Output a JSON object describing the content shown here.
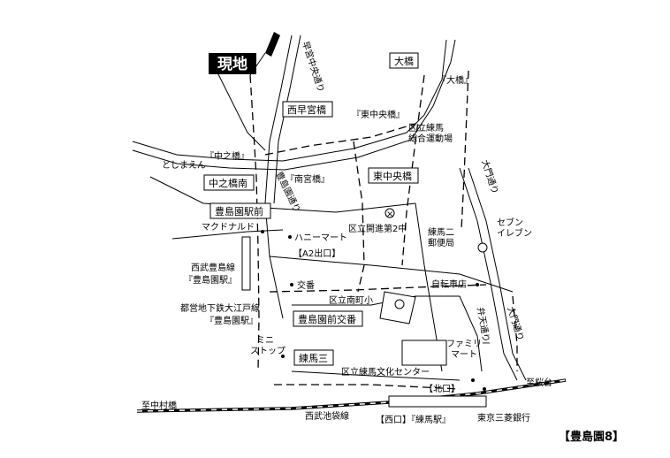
{
  "current_location": "現地",
  "map_title": "【豊島園8】",
  "roads": {
    "waseda_chuo_dori": "早宮中央通り",
    "toshimaen_dori": "豊島園通り",
    "ome_dori": "大門通り",
    "ome_dori_2": "大門通り"
  },
  "bus_stops": {
    "ohashi": "大橋",
    "nishi_wasemiya_bashi": "西早宮橋",
    "naka_no_hashi_minami": "中之橋南",
    "higashi_chuo_bashi": "東中央橋",
    "toshimaen_eki_mae": "豊島園駅前",
    "toshimaen_mae_kouban": "豊島園前交番",
    "nerima_san": "練馬三"
  },
  "bridges": {
    "ohashi_q": "『大橋』",
    "higashi_chuo_bashi_q": "『東中央橋』",
    "naka_no_hashi_q": "『中之橋』",
    "minami_miya_bashi_q": "『南宮橋』"
  },
  "places": {
    "toshimaen": "としまえん",
    "nerima_sogo_1": "区立練馬",
    "nerima_sogo_2": "総合運動場",
    "kaishin_2": "区立開進第2中",
    "nerima_post_1": "練馬二",
    "nerima_post_2": "郵便局",
    "seven_eleven_1": "セブン",
    "seven_eleven_2": "イレブン",
    "mcdonalds": "マクドナルド",
    "family_mart_hanny": "ハニーマート",
    "a2_exit": "【A2出口】",
    "koban": "交番",
    "seibu_line_1": "西武豊島線",
    "seibu_line_2": "『豊島園駅』",
    "oedo_line_1": "都営地下鉄大江戸線",
    "oedo_line_2": "『豊島園駅』",
    "mini_stop_1": "ミニ",
    "mini_stop_2": "ストップ",
    "minami_machi_sho": "区立南町小",
    "bicycle_shop": "自転車店",
    "benten_dori": "弁天通り",
    "family_mart_1": "ファミリー",
    "family_mart_2": "マート",
    "bunka_center": "区立練馬文化センター",
    "north_exit": "【北口】",
    "nerima_station": "【西口】『練馬駅』",
    "tokyo_mitsubishi": "東京三菱銀行",
    "to_nakamura_bashi": "至中村橋",
    "seibu_ikebukuro": "西武池袋線",
    "to_ekoda": "至桜台"
  }
}
